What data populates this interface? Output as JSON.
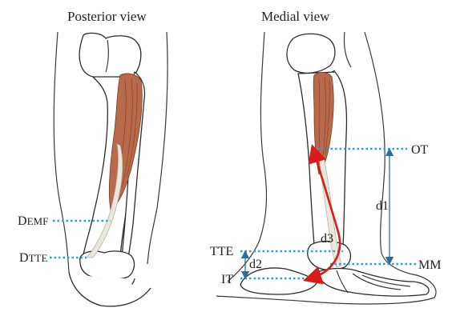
{
  "titles": {
    "posterior": "Posterior view",
    "medial": "Medial view"
  },
  "labels": {
    "demf": {
      "prefix": "D",
      "sub": "EMF"
    },
    "dtte": {
      "prefix": "D",
      "sub": "TTE"
    },
    "ot": "OT",
    "tte": "TTE",
    "it": "IT",
    "mm": "MM",
    "d1": "d1",
    "d2": "d2",
    "d3": "d3"
  },
  "colors": {
    "muscle": "#b86a4a",
    "reference_lines": "#2a9fd6",
    "dimension_arrows": "#2b6d9b",
    "path_arrow": "#d81b1b"
  }
}
